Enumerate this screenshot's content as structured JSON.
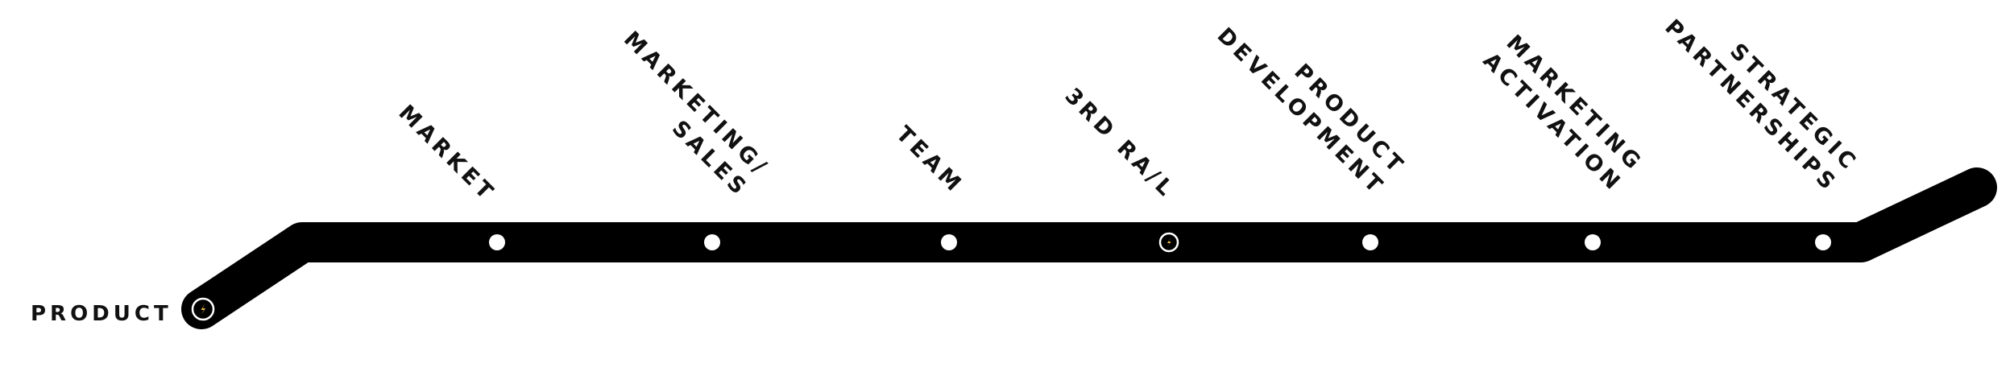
{
  "start_label": "PRODUCT",
  "stops": [
    {
      "id": "market",
      "lines": [
        "MARKET"
      ],
      "icon": "none"
    },
    {
      "id": "marketing-sales",
      "lines": [
        "MARKETING/",
        "SALES"
      ],
      "icon": "none"
    },
    {
      "id": "team",
      "lines": [
        "TEAM"
      ],
      "icon": "none"
    },
    {
      "id": "3rd-ra-l",
      "lines": [
        "3RD RA/L"
      ],
      "icon": "bolt-icon"
    },
    {
      "id": "product-development",
      "lines": [
        "PRODUCT",
        "DEVELOPMENT"
      ],
      "icon": "none"
    },
    {
      "id": "marketing-activation",
      "lines": [
        "MARKETING",
        "ACTIVATION"
      ],
      "icon": "none"
    },
    {
      "id": "strategic-partnerships",
      "lines": [
        "STRATEGIC",
        "PARTNERSHIPS"
      ],
      "icon": "none"
    }
  ],
  "start_icon": "bolt-icon",
  "colors": {
    "line": "#000000",
    "stop_fill": "#ffffff",
    "icon_accent": "#e8b84a",
    "text": "#111111",
    "background": "#ffffff"
  }
}
